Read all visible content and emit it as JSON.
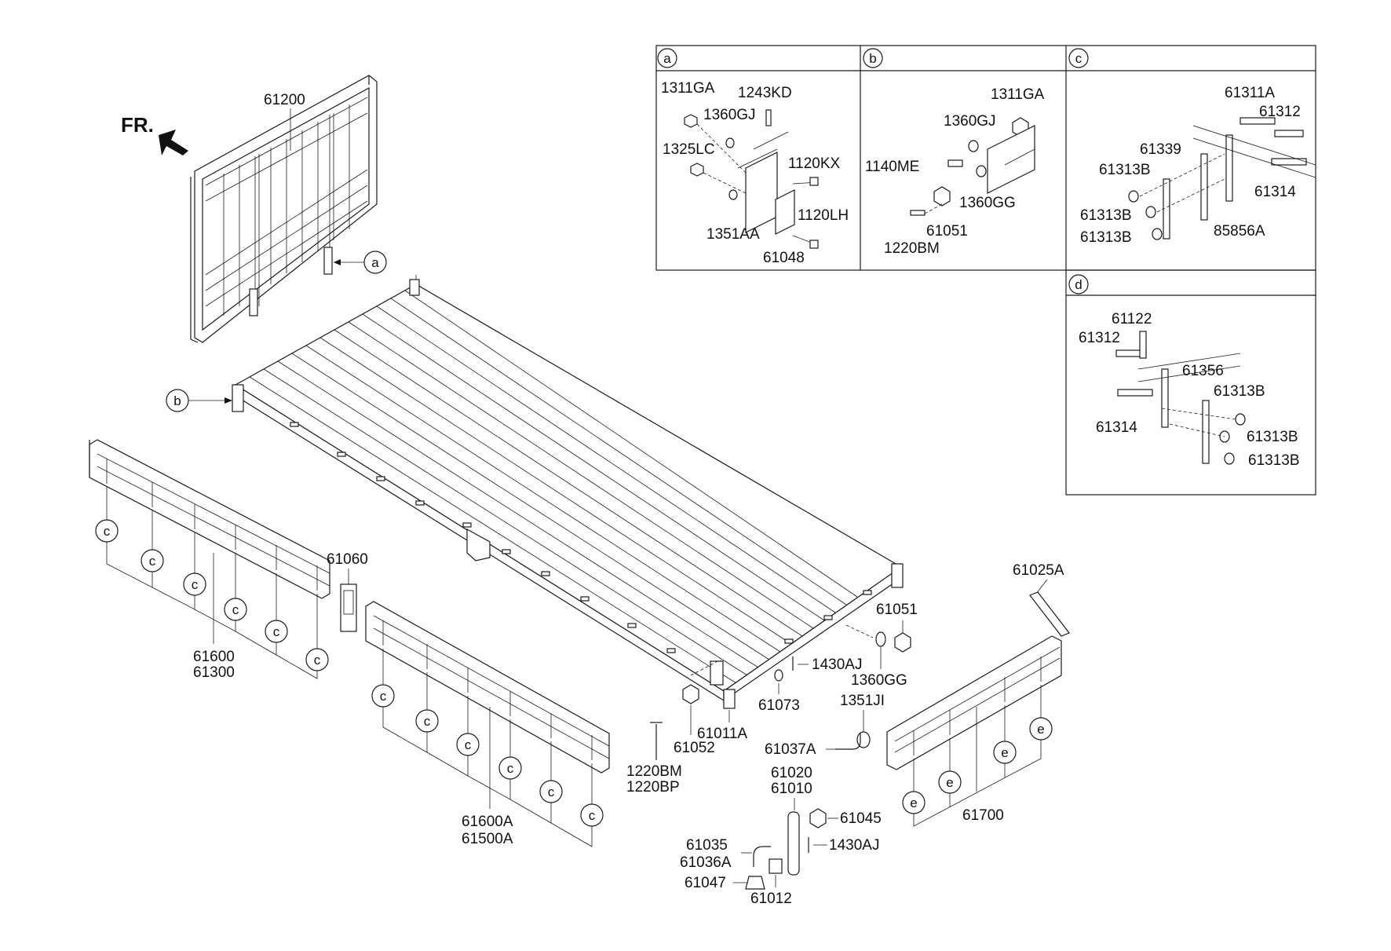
{
  "direction_label": "FR.",
  "bubble_letters": {
    "a": "a",
    "b": "b",
    "c": "c",
    "d": "d",
    "e": "e"
  },
  "parts": {
    "p61200": "61200",
    "p61600": "61600",
    "p61300": "61300",
    "p61060": "61060",
    "p61600A": "61600A",
    "p61500A": "61500A",
    "p61025A": "61025A",
    "p61051": "61051",
    "p1360GG": "1360GG",
    "p1430AJ_top": "1430AJ",
    "p61073": "61073",
    "p1351JI": "1351JI",
    "p61037A": "61037A",
    "p61011A": "61011A",
    "p61052": "61052",
    "p1220BM": "1220BM",
    "p1220BP": "1220BP",
    "p61020": "61020",
    "p61010": "61010",
    "p61045": "61045",
    "p61035": "61035",
    "p61036A": "61036A",
    "p1430AJ_bot": "1430AJ",
    "p61047": "61047",
    "p61012": "61012",
    "p61700": "61700"
  },
  "detail_a": {
    "letter": "a",
    "labels": [
      "1311GA",
      "1243KD",
      "1360GJ",
      "1325LC",
      "1120KX",
      "1120LH",
      "1351AA",
      "61048"
    ]
  },
  "detail_b": {
    "letter": "b",
    "labels": [
      "1311GA",
      "1360GJ",
      "1140ME",
      "1360GG",
      "61051",
      "1220BM"
    ]
  },
  "detail_c": {
    "letter": "c",
    "labels": [
      "61311A",
      "61312",
      "61339",
      "61313B",
      "61314",
      "61313B",
      "61313B",
      "85856A"
    ]
  },
  "detail_d": {
    "letter": "d",
    "labels": [
      "61122",
      "61312",
      "61356",
      "61313B",
      "61314",
      "61313B",
      "61313B"
    ]
  }
}
